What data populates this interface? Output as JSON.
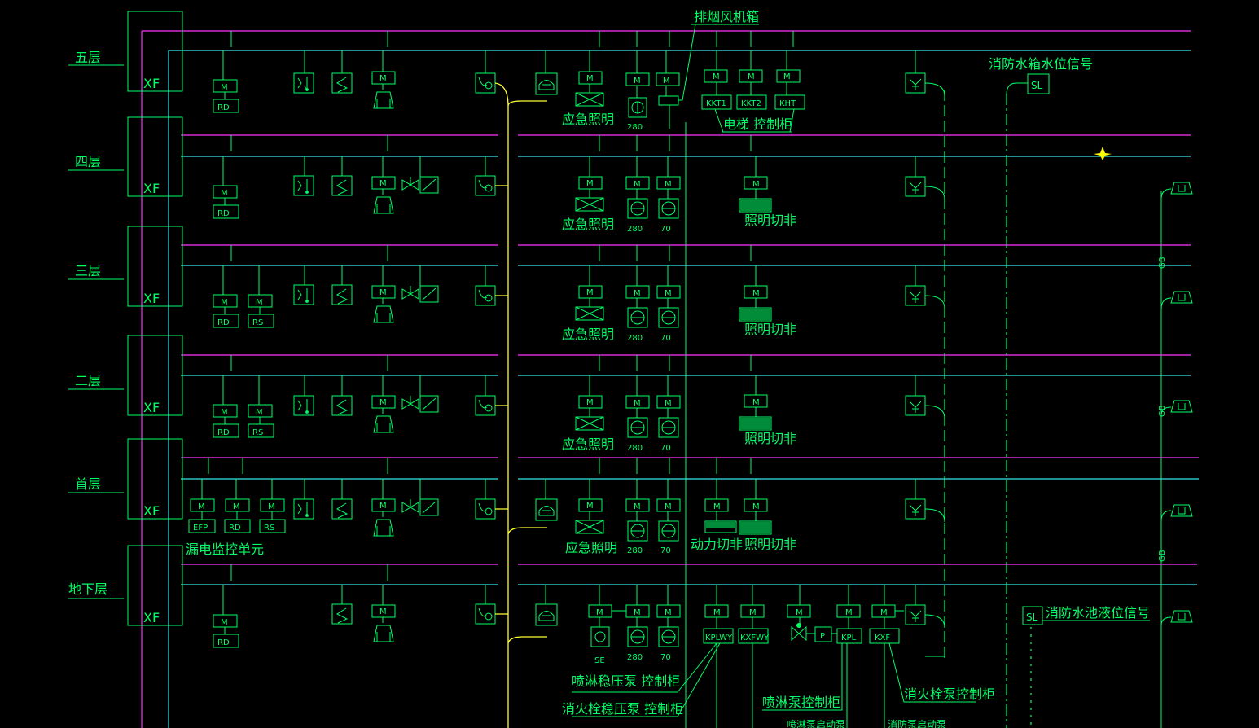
{
  "colors": {
    "background": "#000000",
    "bus_magenta": "#ff33ff",
    "bus_cyan": "#33e6e6",
    "symbol_green": "#00ff66",
    "yellow": "#ffff33",
    "cursor": "#ffff00"
  },
  "floors": [
    "五层",
    "四层",
    "三层",
    "二层",
    "首层",
    "地下层"
  ],
  "panel_label": "XF",
  "module_label": "M",
  "codes": {
    "rd": "RD",
    "rs": "RS",
    "efp": "EFP",
    "se": "SE",
    "sl": "SL",
    "p": "P",
    "n280": "280",
    "n70": "70",
    "kkt1": "KKT1",
    "kkt2": "KKT2",
    "kht": "KHT",
    "kplwy": "KPLWY",
    "kxfwy": "KXFWY",
    "kpl": "KPL",
    "kxf": "KXF",
    "gb": "GB"
  },
  "labels": {
    "smoke_fan_box": "排烟风机箱",
    "tank_level": "消防水箱水位信号",
    "elevator_cabinet": "电梯 控制柜",
    "emergency_light": "应急照明",
    "lighting_cut": "照明切非",
    "power_cut": "动力切非",
    "leakage_unit": "漏电监控单元",
    "pool_level": "消防水池液位信号",
    "spray_stab": "喷淋稳压泵  控制柜",
    "hydrant_stab": "消火栓稳压泵  控制柜",
    "spray_pump": "喷淋泵控制柜",
    "hydrant_pump": "消火栓泵控制柜",
    "spray_start": "喷淋泵启动泵",
    "hydrant_start": "消防泵启动泵"
  }
}
